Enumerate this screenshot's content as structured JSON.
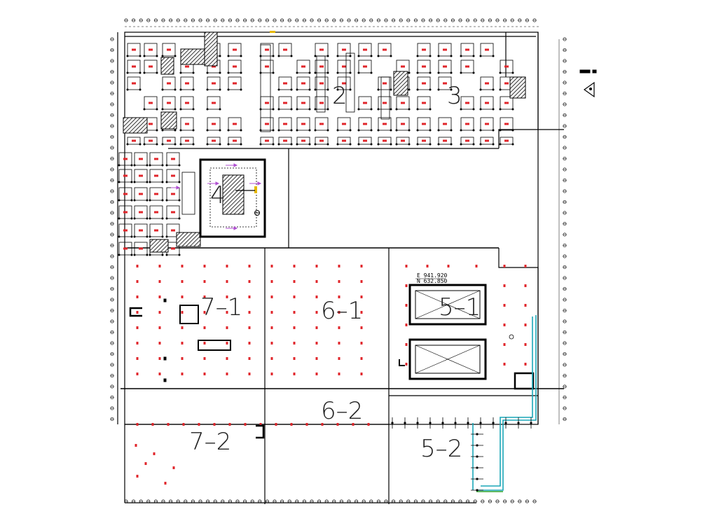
{
  "zones": [
    {
      "id": "2",
      "label": "2"
    },
    {
      "id": "3",
      "label": "3"
    },
    {
      "id": "4",
      "label": "4"
    },
    {
      "id": "7-1",
      "label": "7–1"
    },
    {
      "id": "6-1",
      "label": "6–1"
    },
    {
      "id": "5-1",
      "label": "5–1"
    },
    {
      "id": "6-2",
      "label": "6–2"
    },
    {
      "id": "7-2",
      "label": "7–2"
    },
    {
      "id": "5-2",
      "label": "5–2"
    }
  ],
  "coordinates": {
    "line1": "E 941.920",
    "line2": "N 632.850"
  },
  "colors": {
    "lines": "#000000",
    "columns": "#e0262b",
    "hatch": "#444444",
    "pipe_cyan": "#1aa6b7",
    "pipe_green": "#2ca02c",
    "arrow_purple": "#b050d0",
    "accent_yellow": "#e6b800"
  },
  "north_arrow": {
    "icon": "north-arrow-icon"
  }
}
